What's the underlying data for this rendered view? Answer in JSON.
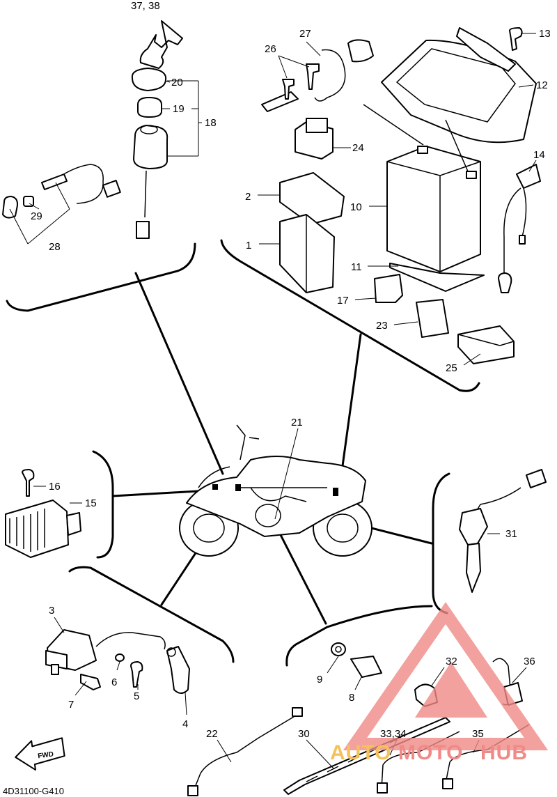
{
  "diagram": {
    "drawing_code": "4D31100-G410",
    "fwd_label": "FWD",
    "callouts": [
      {
        "id": "c1",
        "label": "1"
      },
      {
        "id": "c2",
        "label": "2"
      },
      {
        "id": "c3",
        "label": "3"
      },
      {
        "id": "c4",
        "label": "4"
      },
      {
        "id": "c5",
        "label": "5"
      },
      {
        "id": "c6",
        "label": "6"
      },
      {
        "id": "c7",
        "label": "7"
      },
      {
        "id": "c8",
        "label": "8"
      },
      {
        "id": "c9",
        "label": "9"
      },
      {
        "id": "c10",
        "label": "10"
      },
      {
        "id": "c11",
        "label": "11"
      },
      {
        "id": "c12",
        "label": "12"
      },
      {
        "id": "c13",
        "label": "13"
      },
      {
        "id": "c14",
        "label": "14"
      },
      {
        "id": "c15",
        "label": "15"
      },
      {
        "id": "c16",
        "label": "16"
      },
      {
        "id": "c17",
        "label": "17"
      },
      {
        "id": "c18",
        "label": "18"
      },
      {
        "id": "c19",
        "label": "19"
      },
      {
        "id": "c20",
        "label": "20"
      },
      {
        "id": "c21",
        "label": "21"
      },
      {
        "id": "c22",
        "label": "22"
      },
      {
        "id": "c23",
        "label": "23"
      },
      {
        "id": "c24",
        "label": "24"
      },
      {
        "id": "c25",
        "label": "25"
      },
      {
        "id": "c26",
        "label": "26"
      },
      {
        "id": "c27",
        "label": "27"
      },
      {
        "id": "c28",
        "label": "28"
      },
      {
        "id": "c29",
        "label": "29"
      },
      {
        "id": "c30",
        "label": "30"
      },
      {
        "id": "c31",
        "label": "31"
      },
      {
        "id": "c32",
        "label": "32"
      },
      {
        "id": "c3334",
        "label": "33,34"
      },
      {
        "id": "c35",
        "label": "35"
      },
      {
        "id": "c36",
        "label": "36"
      },
      {
        "id": "c3738",
        "label": "37, 38"
      }
    ]
  },
  "watermark": {
    "text_left": "AUTO",
    "text_mid": "MOTO",
    "text_right": "HUB",
    "color_primary": "#f08a86",
    "color_secondary": "#f5c15a"
  }
}
